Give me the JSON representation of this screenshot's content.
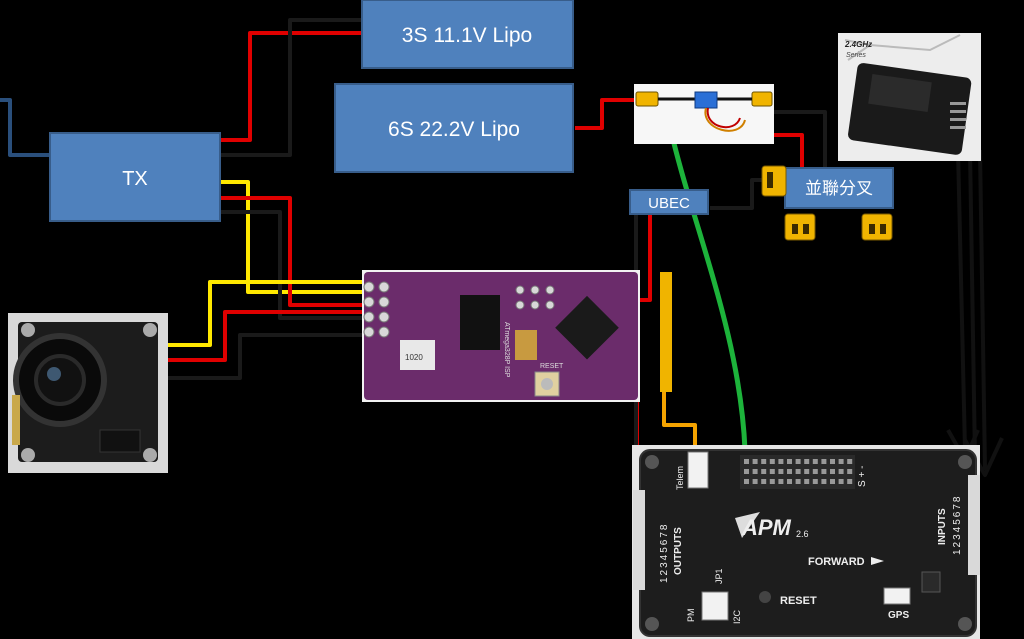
{
  "diagram": {
    "battery_3s_label": "3S 11.1V Lipo",
    "battery_6s_label": "6S 22.2V Lipo",
    "tx_label": "TX",
    "ubec_label": "UBEC",
    "splitter_label": "並聯分叉",
    "apm_logo": "APM",
    "apm_version": "2.6",
    "apm_forward_label": "FORWARD",
    "apm_reset_label": "RESET",
    "apm_gps_label": "GPS",
    "apm_telem_label": "Telem",
    "apm_inputs_label": "INPUTS",
    "apm_outputs_label": "OUTPUTS",
    "apm_inputs_numbers": "12345678",
    "apm_outputs_numbers": "12345678",
    "apm_pm_label": "PM",
    "apm_i2c_label": "I2C",
    "apm_jp1_label": "JP1",
    "apm_s_label": "S + -",
    "receiver_band_label": "2.4GHz",
    "receiver_series_label": "Series",
    "osd_chip_label": "1020",
    "osd_reset_label": "RESET",
    "osd_isp_label": "ATmega328P ISP"
  },
  "colors": {
    "box_fill": "#4f81bd",
    "wire_red": "#e00000",
    "wire_yellow": "#ffe800",
    "wire_black": "#1a1a1a",
    "wire_green": "#1db33b",
    "wire_orange": "#f5a300",
    "osd_board": "#6b2c6b"
  }
}
